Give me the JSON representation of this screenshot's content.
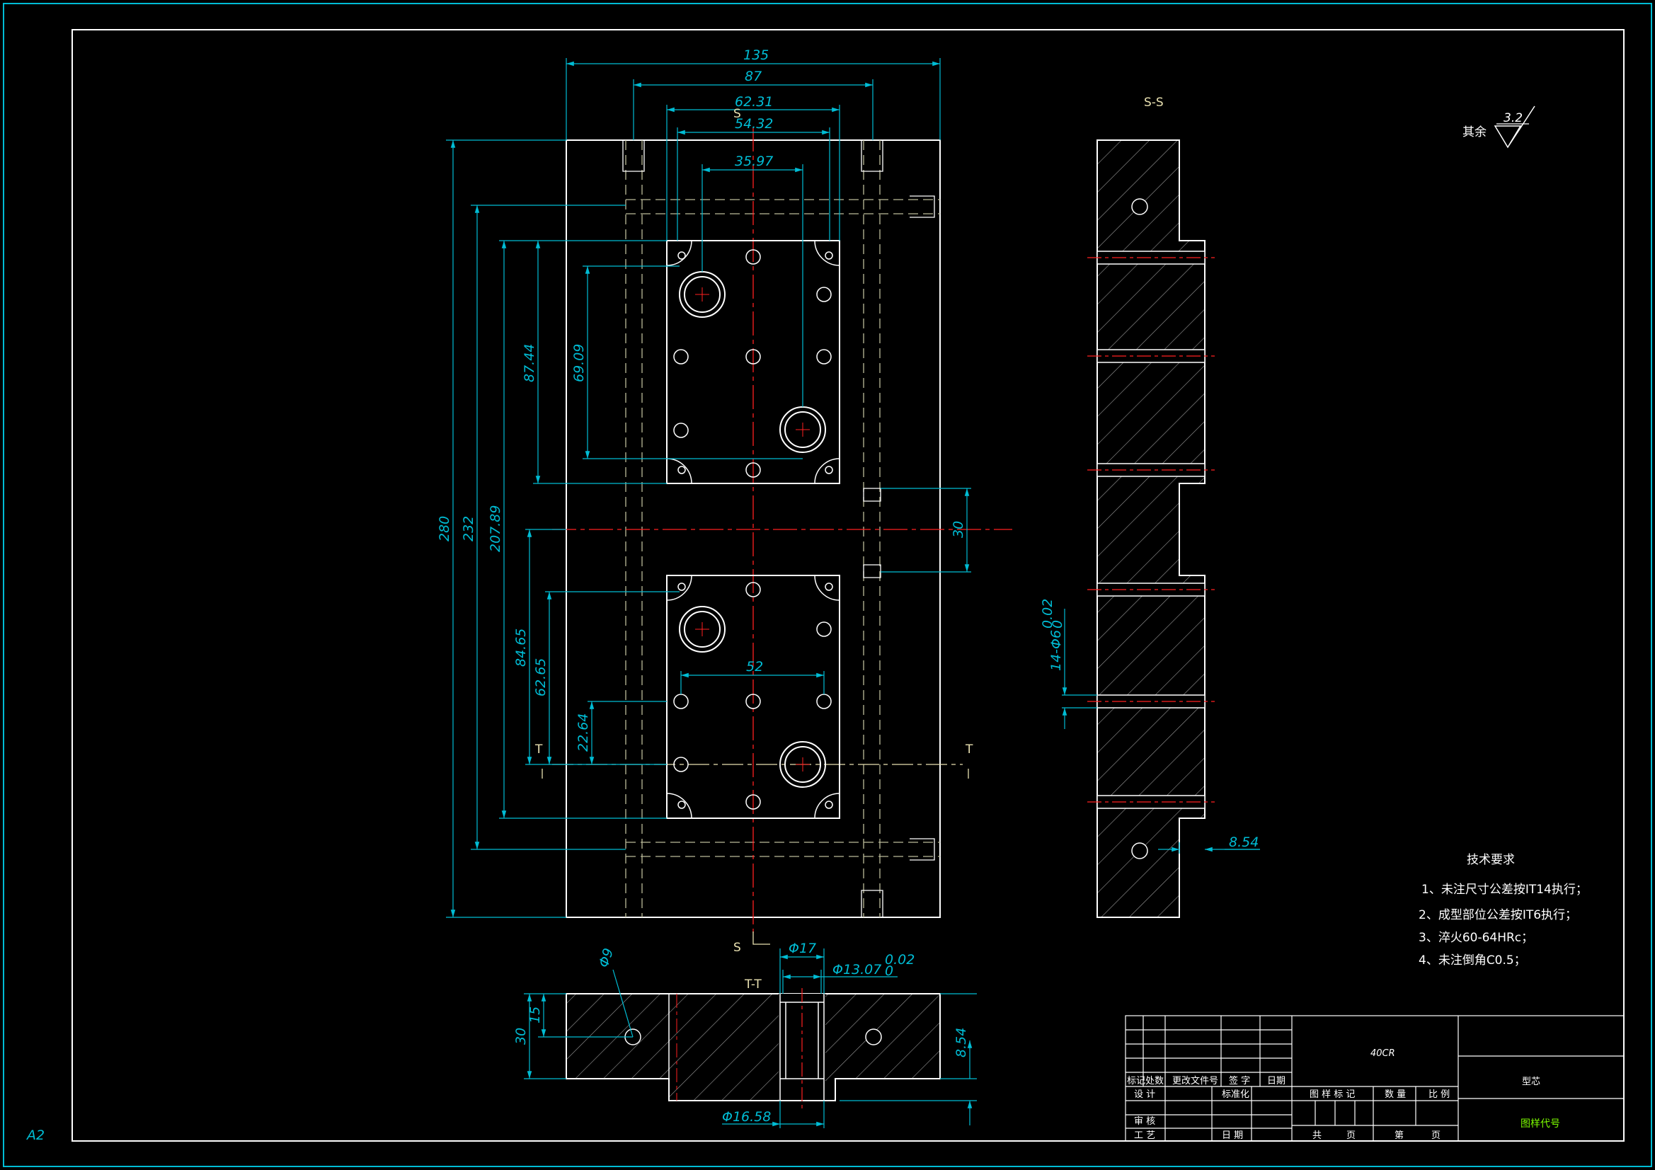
{
  "sheet": {
    "size_label": "A2"
  },
  "roughness": {
    "prefix": "其余",
    "value": "3.2"
  },
  "section_labels": {
    "ss": "S-S",
    "tt": "T-T",
    "s": "S",
    "t": "T"
  },
  "dimensions": {
    "w135": "135",
    "w87": "87",
    "w6231": "62.31",
    "w5432": "54.32",
    "w3597": "35.97",
    "h280": "280",
    "h232": "232",
    "h20789": "207.89",
    "h8744": "87.44",
    "h6909": "69.09",
    "h8465": "84.65",
    "h6265": "62.65",
    "h2264": "22.64",
    "w52": "52",
    "h30": "30",
    "holes": "14-Φ6",
    "holes_tol": "0.02",
    "holes_tol2": "0",
    "d854": "8.54",
    "d17": "Φ17",
    "d1307": "Φ13.07",
    "d1307_tol": "0.02",
    "d1307_tol2": "0",
    "d1658": "Φ16.58",
    "phi": "Φ9",
    "tt30": "30",
    "tt15": "15",
    "tt854": "8.54"
  },
  "tech_requirements": {
    "title": "技术要求",
    "items": [
      "1、未注尺寸公差按IT14执行；",
      "2、成型部位公差按IT6执行；",
      "3、淬火60-64HRc；",
      "4、未注倒角C0.5；"
    ]
  },
  "title_block": {
    "material": "40CR",
    "part_name": "型芯",
    "drawing_no": "图样代号",
    "rev_headers": [
      "标记",
      "处数",
      "更改文件号",
      "签 字",
      "日期"
    ],
    "design": "设 计",
    "standard": "标准化",
    "review": "审 核",
    "process": "工 艺",
    "date": "日 期",
    "mark_headers": [
      "图 样 标 记",
      "数 量",
      "比 例"
    ],
    "sheet_total": "共",
    "sheet_total_unit": "页",
    "sheet_no": "第",
    "sheet_no_unit": "页"
  },
  "colors": {
    "outline": "#ffffff",
    "dimension": "#00bcd4",
    "center": "#ff2020",
    "hidden": "#cccc66",
    "label": "#e8e0b0"
  }
}
